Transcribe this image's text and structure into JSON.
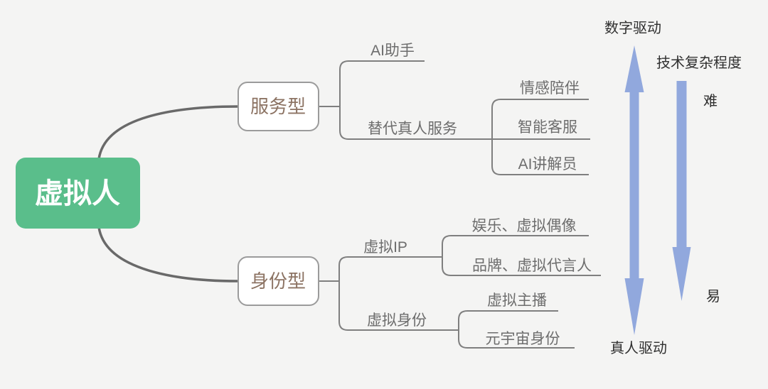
{
  "palette": {
    "background": "#f4f4f3",
    "root_fill": "#5abe8b",
    "root_text": "#ffffff",
    "node_fill": "#ffffff",
    "node_border": "#9b9b9b",
    "node_text": "#8c7363",
    "leaf_text": "#6d6d6d",
    "line": "#7f7f7f",
    "curve": "#696969",
    "arrow": "#91a8dd",
    "annotation_text": "#2f2f2f"
  },
  "mindmap": {
    "root": {
      "label": "虚拟人"
    },
    "branches": [
      {
        "label": "服务型",
        "children": [
          {
            "label": "AI助手",
            "children": []
          },
          {
            "label": "替代真人服务",
            "children": [
              {
                "label": "情感陪伴"
              },
              {
                "label": "智能客服"
              },
              {
                "label": "AI讲解员"
              }
            ]
          }
        ]
      },
      {
        "label": "身份型",
        "children": [
          {
            "label": "虚拟IP",
            "children": [
              {
                "label": "娱乐、虚拟偶像"
              },
              {
                "label": "品牌、虚拟代言人"
              }
            ]
          },
          {
            "label": "虚拟身份",
            "children": [
              {
                "label": "虚拟主播"
              },
              {
                "label": "元宇宙身份"
              }
            ]
          }
        ]
      }
    ]
  },
  "legend": {
    "digital_label": "数字驱动",
    "human_label": "真人驱动",
    "axis_title": "技术复杂程度",
    "hard_label": "难",
    "easy_label": "易"
  }
}
